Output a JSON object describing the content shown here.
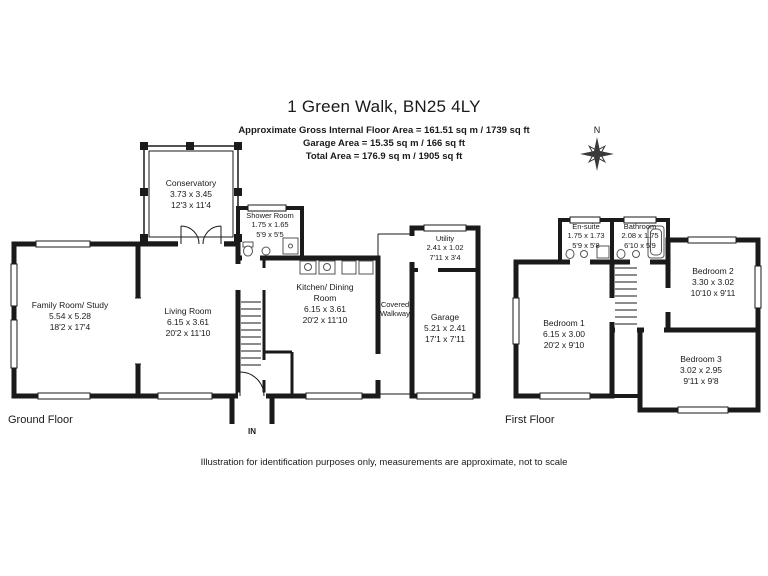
{
  "header": {
    "title": "1 Green Walk, BN25 4LY",
    "area_lines": [
      "Approximate Gross Internal Floor Area = 161.51 sq m / 1739 sq ft",
      "Garage Area = 15.35 sq m / 166 sq ft",
      "Total Area = 176.9 sq m / 1905 sq ft"
    ]
  },
  "compass": {
    "north_label": "N"
  },
  "ground_floor": {
    "floor_label": "Ground Floor",
    "entrance_label": "IN",
    "rooms": {
      "conservatory": {
        "name": "Conservatory",
        "metric": "3.73 x 3.45",
        "imperial": "12'3 x 11'4"
      },
      "shower_room": {
        "name": "Shower Room",
        "metric": "1.75 x 1.65",
        "imperial": "5'9 x 5'5"
      },
      "family_room_study": {
        "name": "Family Room/ Study",
        "metric": "5.54 x 5.28",
        "imperial": "18'2 x 17'4"
      },
      "living_room": {
        "name": "Living Room",
        "metric": "6.15 x 3.61",
        "imperial": "20'2 x 11'10"
      },
      "kitchen_dining_room": {
        "name": "Kitchen/ Dining Room",
        "metric": "6.15 x 3.61",
        "imperial": "20'2 x 11'10"
      },
      "covered_walkway": {
        "name": "Covered Walkway"
      },
      "utility": {
        "name": "Utility",
        "metric": "2.41 x 1.02",
        "imperial": "7'11 x 3'4"
      },
      "garage": {
        "name": "Garage",
        "metric": "5.21 x 2.41",
        "imperial": "17'1 x 7'11"
      }
    }
  },
  "first_floor": {
    "floor_label": "First Floor",
    "rooms": {
      "en_suite": {
        "name": "En-suite",
        "metric": "1.75 x 1.73",
        "imperial": "5'9 x 5'8"
      },
      "bathroom": {
        "name": "Bathroom",
        "metric": "2.08 x 1.75",
        "imperial": "6'10 x 5'9"
      },
      "bedroom_1": {
        "name": "Bedroom 1",
        "metric": "6.15 x 3.00",
        "imperial": "20'2 x 9'10"
      },
      "bedroom_2": {
        "name": "Bedroom 2",
        "metric": "3.30 x 3.02",
        "imperial": "10'10 x 9'11"
      },
      "bedroom_3": {
        "name": "Bedroom 3",
        "metric": "3.02 x 2.95",
        "imperial": "9'11 x 9'8"
      }
    }
  },
  "footer": {
    "disclaimer": "Illustration for identification purposes only, measurements are approximate, not to scale"
  },
  "colors": {
    "wall": "#1a1a1a",
    "text": "#1a1a1a"
  }
}
